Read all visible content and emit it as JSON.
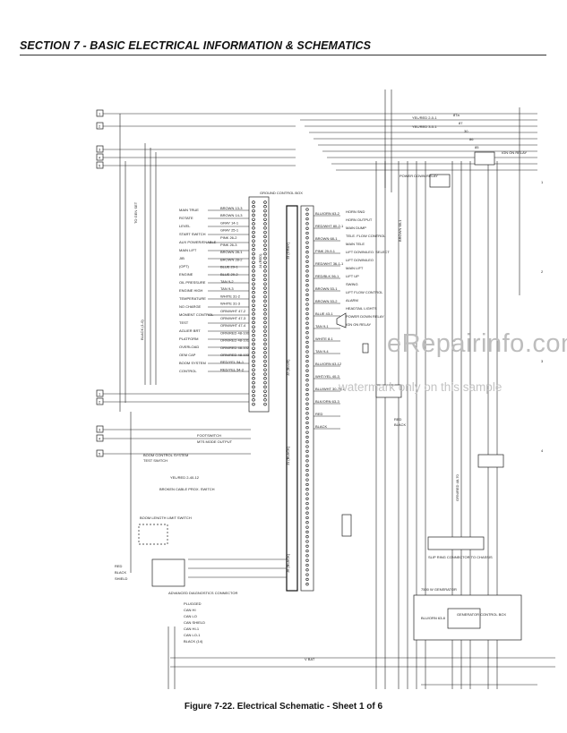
{
  "header": {
    "section_title": "SECTION 7 - BASIC ELECTRICAL INFORMATION & SCHEMATICS"
  },
  "caption": {
    "text": "Figure 7-22.  Electrical Schematic - Sheet 1 of 6"
  },
  "watermark": {
    "line1": "eRepairinfo.com",
    "line2": "watermark only on this sample"
  },
  "schematic": {
    "ground_control_box": "GROUND CONTROL BOX",
    "to_gen_set": "TO GEN SET",
    "ground_left_labels": [
      "MAIN TRUE",
      "ROTATE",
      "LEVEL",
      "START SWITCH",
      "AUX POWER/ENABLE",
      "MAIN LIFT",
      "JIB",
      "(OPT)",
      "ENGINE",
      "OIL PRESSURE",
      "ENGINE HIGH",
      "TEMPERATURE",
      "NO CHARGE",
      "MOMENT CONTROL",
      "TEST",
      "AGLIER BRT",
      "PLATFORM",
      "OVERLOAD",
      "OEM CAP",
      "BOOM SYSTEM",
      "CONTROL"
    ],
    "ground_wire_labels": [
      "BROWN 13-3",
      "BROWN 14-3",
      "GRAY 14-1",
      "GRAY 25-1",
      "PINK 26-2",
      "PINK 26-3",
      "BROWN 28-1",
      "BROWN 28-2",
      "BLUE 29-1",
      "BLUE 29-2",
      "TAN 9-2",
      "TAN 9-3",
      "WHITE 31-2",
      "WHITE 31-3",
      "ORN/WHT 47-2",
      "ORN/WHT 47-3",
      "ORN/WHT 47-4",
      "ORN/RED 48-100",
      "ORN/RED 48-101",
      "ORN/RED 48-102",
      "ORN/RED 48-103",
      "RED/YEL 54-1",
      "RED/YEL 54-2"
    ],
    "right_wire_labels": [
      "BLU/ORN 63-2",
      "RED/WHT 80-2-1",
      "BROWN 68-1",
      "PINK 29-9-1",
      "RED/WHT 36-1-1",
      "RED/BLK 56-1",
      "BROWN 53-1",
      "BROWN 53-2",
      "BLUE 43-1",
      "TAN 9-1",
      "WHITE 8-1",
      "TAN 9-4",
      "BLU/ORN 63-12",
      "WHT/YEL 40-3",
      "BLU/WHT 30-70-1",
      "BLK/ORN 63-3",
      "RED",
      "BLACK"
    ],
    "right_function_labels": [
      "HORN SND",
      "HORN OUTPUT",
      "MAIN DUMP",
      "TELE. FLOW CONTROL",
      "MAIN TELE",
      "LIFT DOWN/LEO. SELECT",
      "LIFT DOWN/LEO",
      "MAIN LIFT",
      "LIFT UP",
      "SWING",
      "LIFT FLOW CONTROL",
      "ALARM",
      "HEADTAIL LIGHTS",
      "POWER DOWN RELAY",
      "IGN ON RELAY"
    ],
    "bottom_labels": [
      "YEL/RED 3-0-2",
      "YEL/RED 3-0-1",
      "YEL/RED 2-0-1",
      "BLACK (1-0)",
      "FOOTSWITCH",
      "MTS MODE OUTPUT",
      "BOOM CONTROL SYSTEM",
      "TEST SWITCH",
      "BROKEN CABLE PROX. SWITCH",
      "BOOM LENGTH LIMIT SWITCH",
      "RED",
      "BLACK",
      "SHIELD",
      "ADVANCED DIAGNOSTICS CONNECTOR",
      "PLUGGED",
      "CAN HI",
      "CAN LO",
      "CAN SHIELD",
      "CAN HI-1",
      "CAN LO-1",
      "BLACK (14)",
      "V BAT",
      "SLIP RING CONNECTOR TO CHASSIS",
      "7500 W GENERATOR",
      "GENERATOR CONTROL BOX",
      "BLU/ORN 63-8",
      "GRN/RED 48-69",
      "GRN/RED 48-70",
      "GRN/RED 48-71",
      "YEL/RED 2-40-12"
    ],
    "terminal_labels": [
      "J4 (RED)",
      "J3 (GRAY)",
      "J2 (BLUE)",
      "J1 (BLACK)",
      "J6 (BLACK)"
    ],
    "numbers_right": [
      "1",
      "2",
      "3",
      "4"
    ],
    "relay_labels": [
      "87a",
      "87",
      "30",
      "86",
      "85"
    ]
  }
}
